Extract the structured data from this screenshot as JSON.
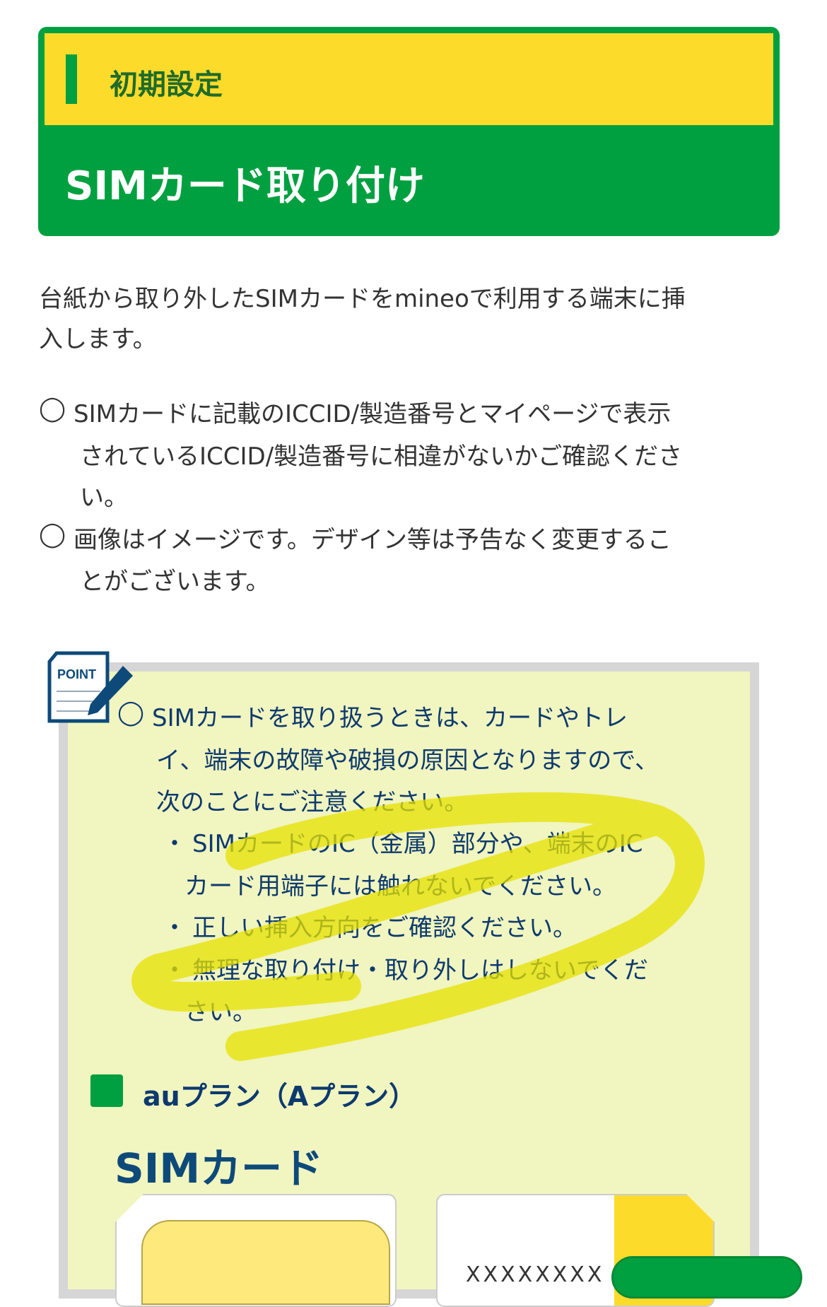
{
  "header": {
    "category": "初期設定",
    "title": "SIMカード取り付け"
  },
  "intro": [
    "台紙から取り外したSIMカードをmineoで利用する端末に挿",
    "入します。"
  ],
  "notes": [
    {
      "mark": "◯",
      "lines": [
        "SIMカードに記載のICCID/製造番号とマイページで表示",
        "されているICCID/製造番号に相違がないかご確認くださ",
        "い。"
      ]
    },
    {
      "mark": "◯",
      "lines": [
        "画像はイメージです。デザイン等は予告なく変更するこ",
        "とがございます。"
      ]
    }
  ],
  "point": {
    "badge": "POINT",
    "mark": "◯",
    "lines": [
      "SIMカードを取り扱うときは、カードやトレ",
      "イ、端末の故障や破損の原因となりますので、",
      "次のことにご注意ください。"
    ],
    "bullets": [
      {
        "mark": "・",
        "lines": [
          "SIMカードのIC（金属）部分や、端末のIC",
          "カード用端子には触れないでください。"
        ]
      },
      {
        "mark": "・",
        "lines": [
          "正しい挿入方向をご確認ください。"
        ]
      },
      {
        "mark": "・",
        "lines": [
          "無理な取り付け・取り外しはしないでくだ",
          "さい。"
        ]
      }
    ]
  },
  "plan": {
    "heading": "auプラン（Aプラン）",
    "sim_heading": "SIMカード",
    "card_number": "XXXXXXXX"
  },
  "colors": {
    "green": "#00a040",
    "yellow": "#fddb2a",
    "navy": "#0d3a6e",
    "point_bg": "#f1f5c0"
  }
}
